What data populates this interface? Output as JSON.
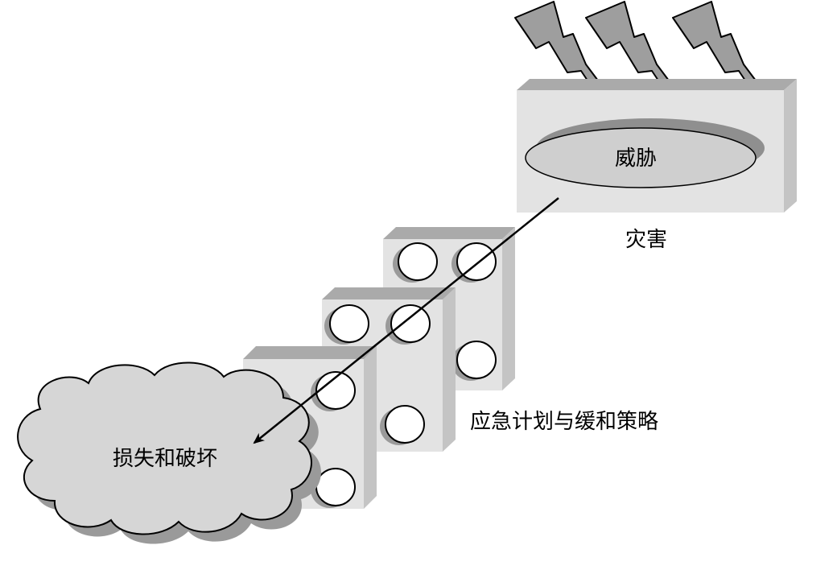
{
  "labels": {
    "threat": "威胁",
    "disaster": "灾害",
    "plan": "应急计划与缓和策略",
    "loss": "损失和破坏"
  },
  "colors": {
    "background": "#ffffff",
    "block_face": "#e3e3e3",
    "block_top": "#aaaaaa",
    "block_side": "#c4c4c4",
    "stud_shadow": "#9a9a9a",
    "ellipse_shadow": "#8f8f8f",
    "ellipse_fill": "#cfcfcf",
    "cloud_fill": "#d6d6d6",
    "cloud_shadow": "#9a9a9a",
    "lightning_fill": "#9e9e9e",
    "outline": "#000000"
  }
}
